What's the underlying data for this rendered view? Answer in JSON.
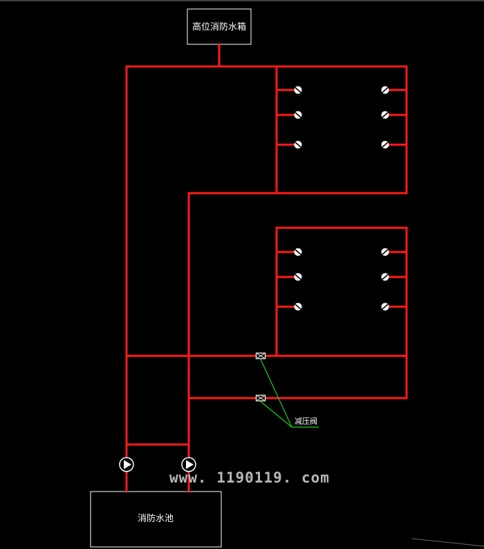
{
  "labels": {
    "high_tank": "高位消防水箱",
    "pool": "消防水池",
    "prv": "减压阀",
    "watermark": "www. 1190119. com"
  },
  "colors": {
    "background": "#000000",
    "pipe": "#ff1a1a",
    "leader_line": "#19d419",
    "box_outline": "#d8d8d8",
    "text": "#ffffff"
  },
  "icons": {
    "hydrant": "sprinkler-head-icon",
    "pump": "pump-icon",
    "valve": "pressure-reducing-valve-icon"
  }
}
